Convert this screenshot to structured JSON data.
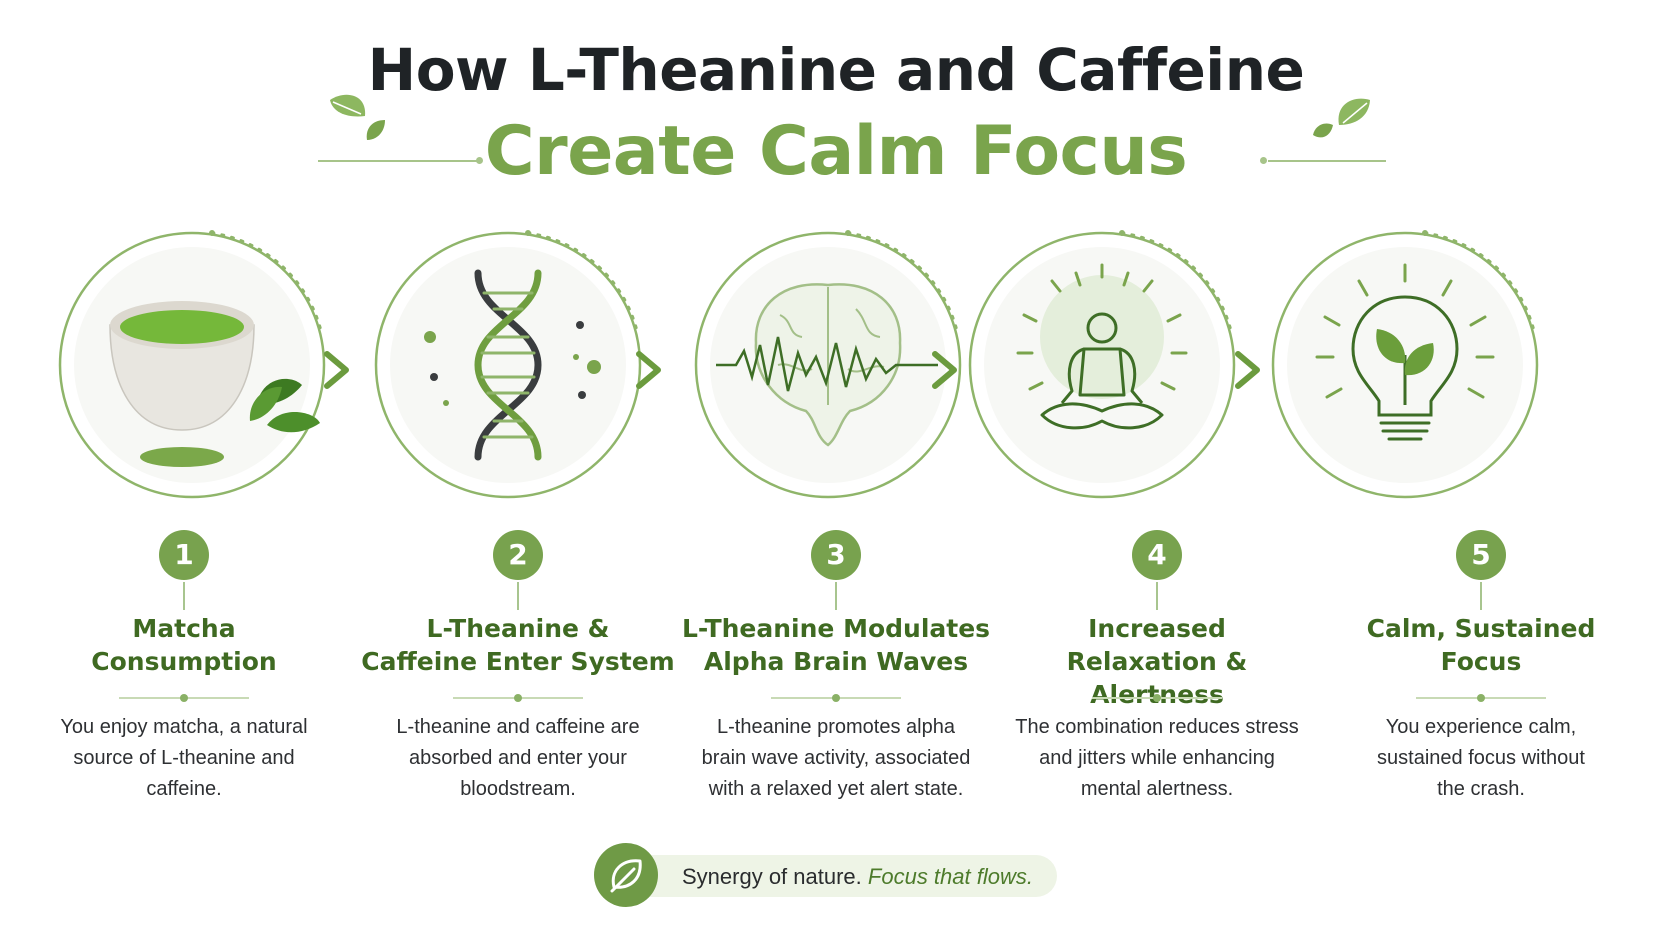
{
  "title": {
    "line1": "How L-Theanine and Caffeine",
    "line2": "Create Calm Focus"
  },
  "colors": {
    "accent_green": "#78a24e",
    "dark_green": "#3f6a22",
    "title_dark": "#1f2326",
    "light_green": "#a8c58f"
  },
  "steps": [
    {
      "number": "1",
      "title_line1": "Matcha",
      "title_line2": "Consumption",
      "desc_line1": "You enjoy matcha, a natural",
      "desc_line2": "source of L-theanine and",
      "desc_line3": "caffeine.",
      "icon": "matcha-bowl-icon"
    },
    {
      "number": "2",
      "title_line1": "L-Theanine &",
      "title_line2": "Caffeine Enter System",
      "desc_line1": "L-theanine and caffeine are",
      "desc_line2": "absorbed and enter your",
      "desc_line3": "bloodstream.",
      "icon": "dna-helix-icon"
    },
    {
      "number": "3",
      "title_line1": "L-Theanine Modulates",
      "title_line2": "Alpha Brain Waves",
      "desc_line1": "L-theanine promotes alpha",
      "desc_line2": "brain wave activity, associated",
      "desc_line3": "with a relaxed yet alert state.",
      "icon": "brain-wave-icon"
    },
    {
      "number": "4",
      "title_line1": "Increased",
      "title_line2": "Relaxation & Alertness",
      "desc_line1": "The combination reduces stress",
      "desc_line2": "and jitters while enhancing",
      "desc_line3": "mental alertness.",
      "icon": "meditation-icon"
    },
    {
      "number": "5",
      "title_line1": "Calm, Sustained",
      "title_line2": "Focus",
      "desc_line1": "You experience calm,",
      "desc_line2": "sustained focus without",
      "desc_line3": "the crash.",
      "icon": "lightbulb-leaf-icon"
    }
  ],
  "tagline": {
    "plain": "Synergy of nature.",
    "accent": "Focus that flows.",
    "icon": "leaf-icon"
  }
}
